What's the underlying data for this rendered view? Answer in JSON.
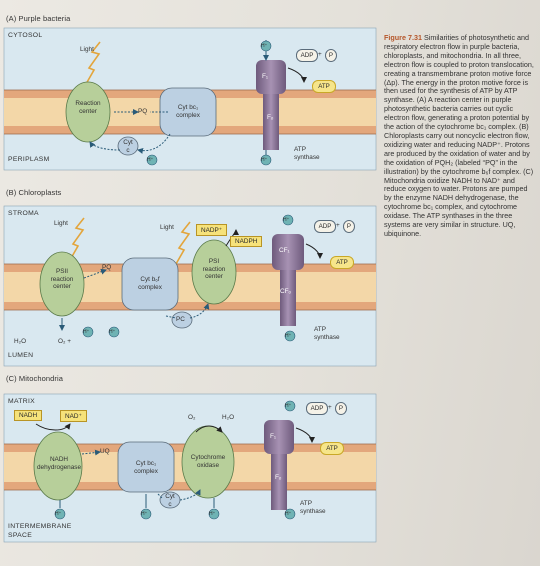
{
  "panelA": {
    "title": "(A) Purple bacteria",
    "top_region": "CYTOSOL",
    "bottom_region": "PERIPLASM",
    "light": "Light",
    "reaction_center": "Reaction\ncenter",
    "pq": "PQ",
    "cyt_bc1": "Cyt bc₁\ncomplex",
    "cyt_c": "Cyt\nc",
    "adp": "ADP",
    "pi": "P",
    "atp": "ATP",
    "f1": "F₁",
    "fo": "Fₒ",
    "atp_synthase": "ATP\nsynthase",
    "h": "H⁺"
  },
  "panelB": {
    "title": "(B) Chloroplasts",
    "top_region": "STROMA",
    "bottom_region": "LUMEN",
    "light1": "Light",
    "light2": "Light",
    "psii": "PSII\nreaction\ncenter",
    "pq": "PQ",
    "cyt_b6f": "Cyt b₆f\ncomplex",
    "psi": "PSI\nreaction\ncenter",
    "pc": "PC",
    "nadp": "NADP⁺",
    "nadph": "NADPH",
    "adp": "ADP",
    "pi": "P",
    "atp": "ATP",
    "cf1": "CF₁",
    "cfo": "CFₒ",
    "atp_synthase": "ATP\nsynthase",
    "h2o": "H₂O",
    "o2": "O₂ +",
    "h": "H⁺"
  },
  "panelC": {
    "title": "(C) Mitochondria",
    "top_region": "MATRIX",
    "bottom_region": "INTERMEMBRANE\nSPACE",
    "nadh": "NADH",
    "nad": "NAD⁺",
    "nadh_dehydrogenase": "NADH\ndehydrogenase",
    "uq": "UQ",
    "cyt_bc1": "Cyt bc₁\ncomplex",
    "cyt_c": "Cyt\nc",
    "cyt_oxidase": "Cytochrome\noxidase",
    "o2": "O₂",
    "h2o": "H₂O",
    "adp": "ADP",
    "pi": "P",
    "atp": "ATP",
    "f1": "F₁",
    "fo": "Fₒ",
    "atp_synthase": "ATP\nsynthase",
    "h": "H⁺"
  },
  "caption": {
    "figure_label": "Figure 7.31",
    "text": "Similarities of photosynthetic and respiratory electron flow in purple bacteria, chloroplasts, and mitochondria. In all three, electron flow is coupled to proton translocation, creating a transmembrane proton motive force (Δp). The energy in the proton motive force is then used for the synthesis of ATP by ATP synthase. (A) A reaction center in purple photosynthetic bacteria carries out cyclic electron flow, generating a proton potential by the action of the cytochrome bc₁ complex. (B) Chloroplasts carry out noncyclic electron flow, oxidizing water and reducing NADP⁺. Protons are produced by the oxidation of water and by the oxidation of PQH₂ (labeled “PQ” in the illustration) by the cytochrome b₆f complex. (C) Mitochondria oxidize NADH to NAD⁺ and reduce oxygen to water. Protons are pumped by the enzyme NADH dehydrogenase, the cytochrome bc₁ complex, and cytochrome oxidase. The ATP synthases in the three systems are very similar in structure. UQ, ubiquinone."
  },
  "colors": {
    "membrane_band": "#e3a77c",
    "membrane_core": "#f3d7a8",
    "membrane_line": "#9a6a4a",
    "complex_green": "#b7cf9a",
    "complex_blue": "#bcd0e2",
    "synthase": "#8b7597",
    "h_circle": "#6fb3b4",
    "arrow": "#2a5b78",
    "caption_accent": "#b5562a"
  }
}
